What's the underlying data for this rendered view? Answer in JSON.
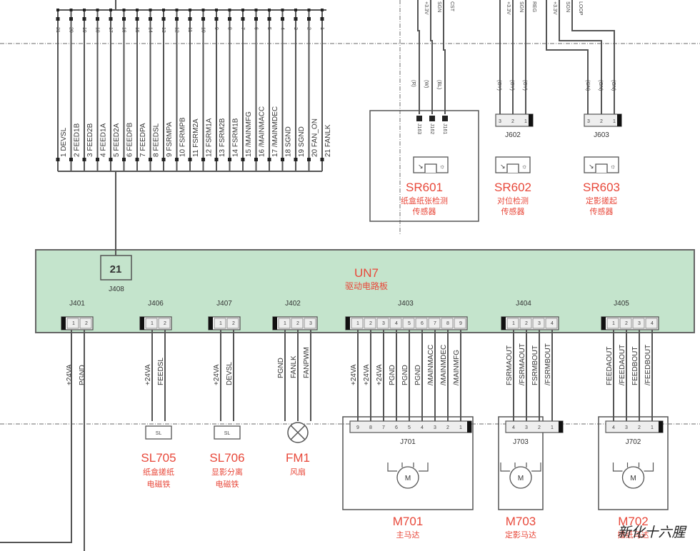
{
  "top_bus": {
    "pins": [
      {
        "num": "1",
        "signal": "DEVSL"
      },
      {
        "num": "2",
        "signal": "FEED1B"
      },
      {
        "num": "3",
        "signal": "FEED2B"
      },
      {
        "num": "4",
        "signal": "FEED1A"
      },
      {
        "num": "5",
        "signal": "FEED2A"
      },
      {
        "num": "6",
        "signal": "FEEDPB"
      },
      {
        "num": "7",
        "signal": "FEEDPA"
      },
      {
        "num": "8",
        "signal": "FEEDSL"
      },
      {
        "num": "9",
        "signal": "FSRMPA"
      },
      {
        "num": "10",
        "signal": "FSRMPB"
      },
      {
        "num": "11",
        "signal": "FSRM2A"
      },
      {
        "num": "12",
        "signal": "FSRM1A"
      },
      {
        "num": "13",
        "signal": "FSRM2B"
      },
      {
        "num": "14",
        "signal": "FSRM1B"
      },
      {
        "num": "15",
        "signal": "/MAINMFG"
      },
      {
        "num": "16",
        "signal": "/MAINMACC"
      },
      {
        "num": "17",
        "signal": "/MAINMDEC"
      },
      {
        "num": "18",
        "signal": "SGND"
      },
      {
        "num": "19",
        "signal": "SGND"
      },
      {
        "num": "20",
        "signal": "FAN_ON"
      },
      {
        "num": "21",
        "signal": "FANLK"
      }
    ],
    "top_numbers": [
      "21",
      "20",
      "19",
      "18",
      "17",
      "16",
      "15",
      "14",
      "13",
      "12",
      "11",
      "10",
      "9",
      "8",
      "7",
      "6",
      "5",
      "4",
      "3",
      "2",
      "1"
    ]
  },
  "sensor_signals": [
    "+3.3V",
    "SGN",
    "CST",
    "+3.3V",
    "SGN",
    "REG",
    "+3.3V",
    "SGN",
    "LOOP"
  ],
  "sensors": [
    {
      "id": "SR601",
      "name_line1": "纸盒纸张检测",
      "name_line2": "传感器",
      "connector": "J161",
      "pins": [
        "J163",
        "J162",
        "J161"
      ],
      "wire_colors": [
        "(R)",
        "(W)",
        "(BL)"
      ]
    },
    {
      "id": "SR602",
      "name_line1": "对位检测",
      "name_line2": "传感器",
      "connector": "J602",
      "pins": [
        "3",
        "2",
        "1"
      ],
      "wire_colors": [
        "(GY)",
        "(GY)",
        "(GY)"
      ]
    },
    {
      "id": "SR603",
      "name_line1": "定影搓起",
      "name_line2": "传感器",
      "connector": "J603",
      "pins": [
        "3",
        "2",
        "1"
      ],
      "wire_colors": [
        "(GN)",
        "(GN)",
        "(GN)"
      ]
    }
  ],
  "board": {
    "id": "UN7",
    "name": "驱动电路板",
    "j408": {
      "label": "J408",
      "pin": "21"
    },
    "connectors": [
      {
        "label": "J401",
        "pins": [
          "1",
          "2"
        ],
        "signals": [
          "+24VA",
          "PGND"
        ]
      },
      {
        "label": "J406",
        "pins": [
          "1",
          "2"
        ],
        "signals": [
          "+24VA",
          "FEEDSL"
        ]
      },
      {
        "label": "J407",
        "pins": [
          "1",
          "2"
        ],
        "signals": [
          "+24VA",
          "DEVSL"
        ]
      },
      {
        "label": "J402",
        "pins": [
          "1",
          "2",
          "3"
        ],
        "signals": [
          "PGND",
          "FANLK",
          "FANPWM"
        ]
      },
      {
        "label": "J403",
        "pins": [
          "1",
          "2",
          "3",
          "4",
          "5",
          "6",
          "7",
          "8",
          "9"
        ],
        "signals": [
          "+24VA",
          "+24VA",
          "+24VA",
          "PGND",
          "PGND",
          "PGND",
          "/MAINMACC",
          "/MAINMDEC",
          "/MAINMFG"
        ]
      },
      {
        "label": "J404",
        "pins": [
          "1",
          "2",
          "3",
          "4"
        ],
        "signals": [
          "FSRMAOUT",
          "/FSRMAOUT",
          "FSRMBOUT",
          "/FSRMBOUT"
        ]
      },
      {
        "label": "J405",
        "pins": [
          "1",
          "2",
          "3",
          "4"
        ],
        "signals": [
          "FEEDAOUT",
          "/FEEDAOUT",
          "FEEDBOUT",
          "/FEEDBOUT"
        ]
      }
    ]
  },
  "devices": [
    {
      "id": "SL705",
      "name_line1": "纸盒搓纸",
      "name_line2": "电磁铁",
      "symbol": "SL"
    },
    {
      "id": "SL706",
      "name_line1": "显影分离",
      "name_line2": "电磁铁",
      "symbol": "SL"
    },
    {
      "id": "FM1",
      "name_line1": "风扇",
      "name_line2": ""
    },
    {
      "id": "M701",
      "name_line1": "主马达",
      "connector": "J701",
      "pins": [
        "9",
        "8",
        "7",
        "6",
        "5",
        "4",
        "3",
        "2",
        "1"
      ],
      "symbol": "M"
    },
    {
      "id": "M703",
      "name_line1": "定影马达",
      "connector": "J703",
      "pins": [
        "4",
        "3",
        "2",
        "1"
      ],
      "symbol": "M"
    },
    {
      "id": "M702",
      "name_line1": "搓纸马达",
      "connector": "J702",
      "pins": [
        "4",
        "3",
        "2",
        "1"
      ],
      "symbol": "M"
    }
  ],
  "watermark": "新化十六腥",
  "colors": {
    "board_fill": "#c4e4cc",
    "label_red": "#e8483a",
    "wire": "#555555"
  }
}
